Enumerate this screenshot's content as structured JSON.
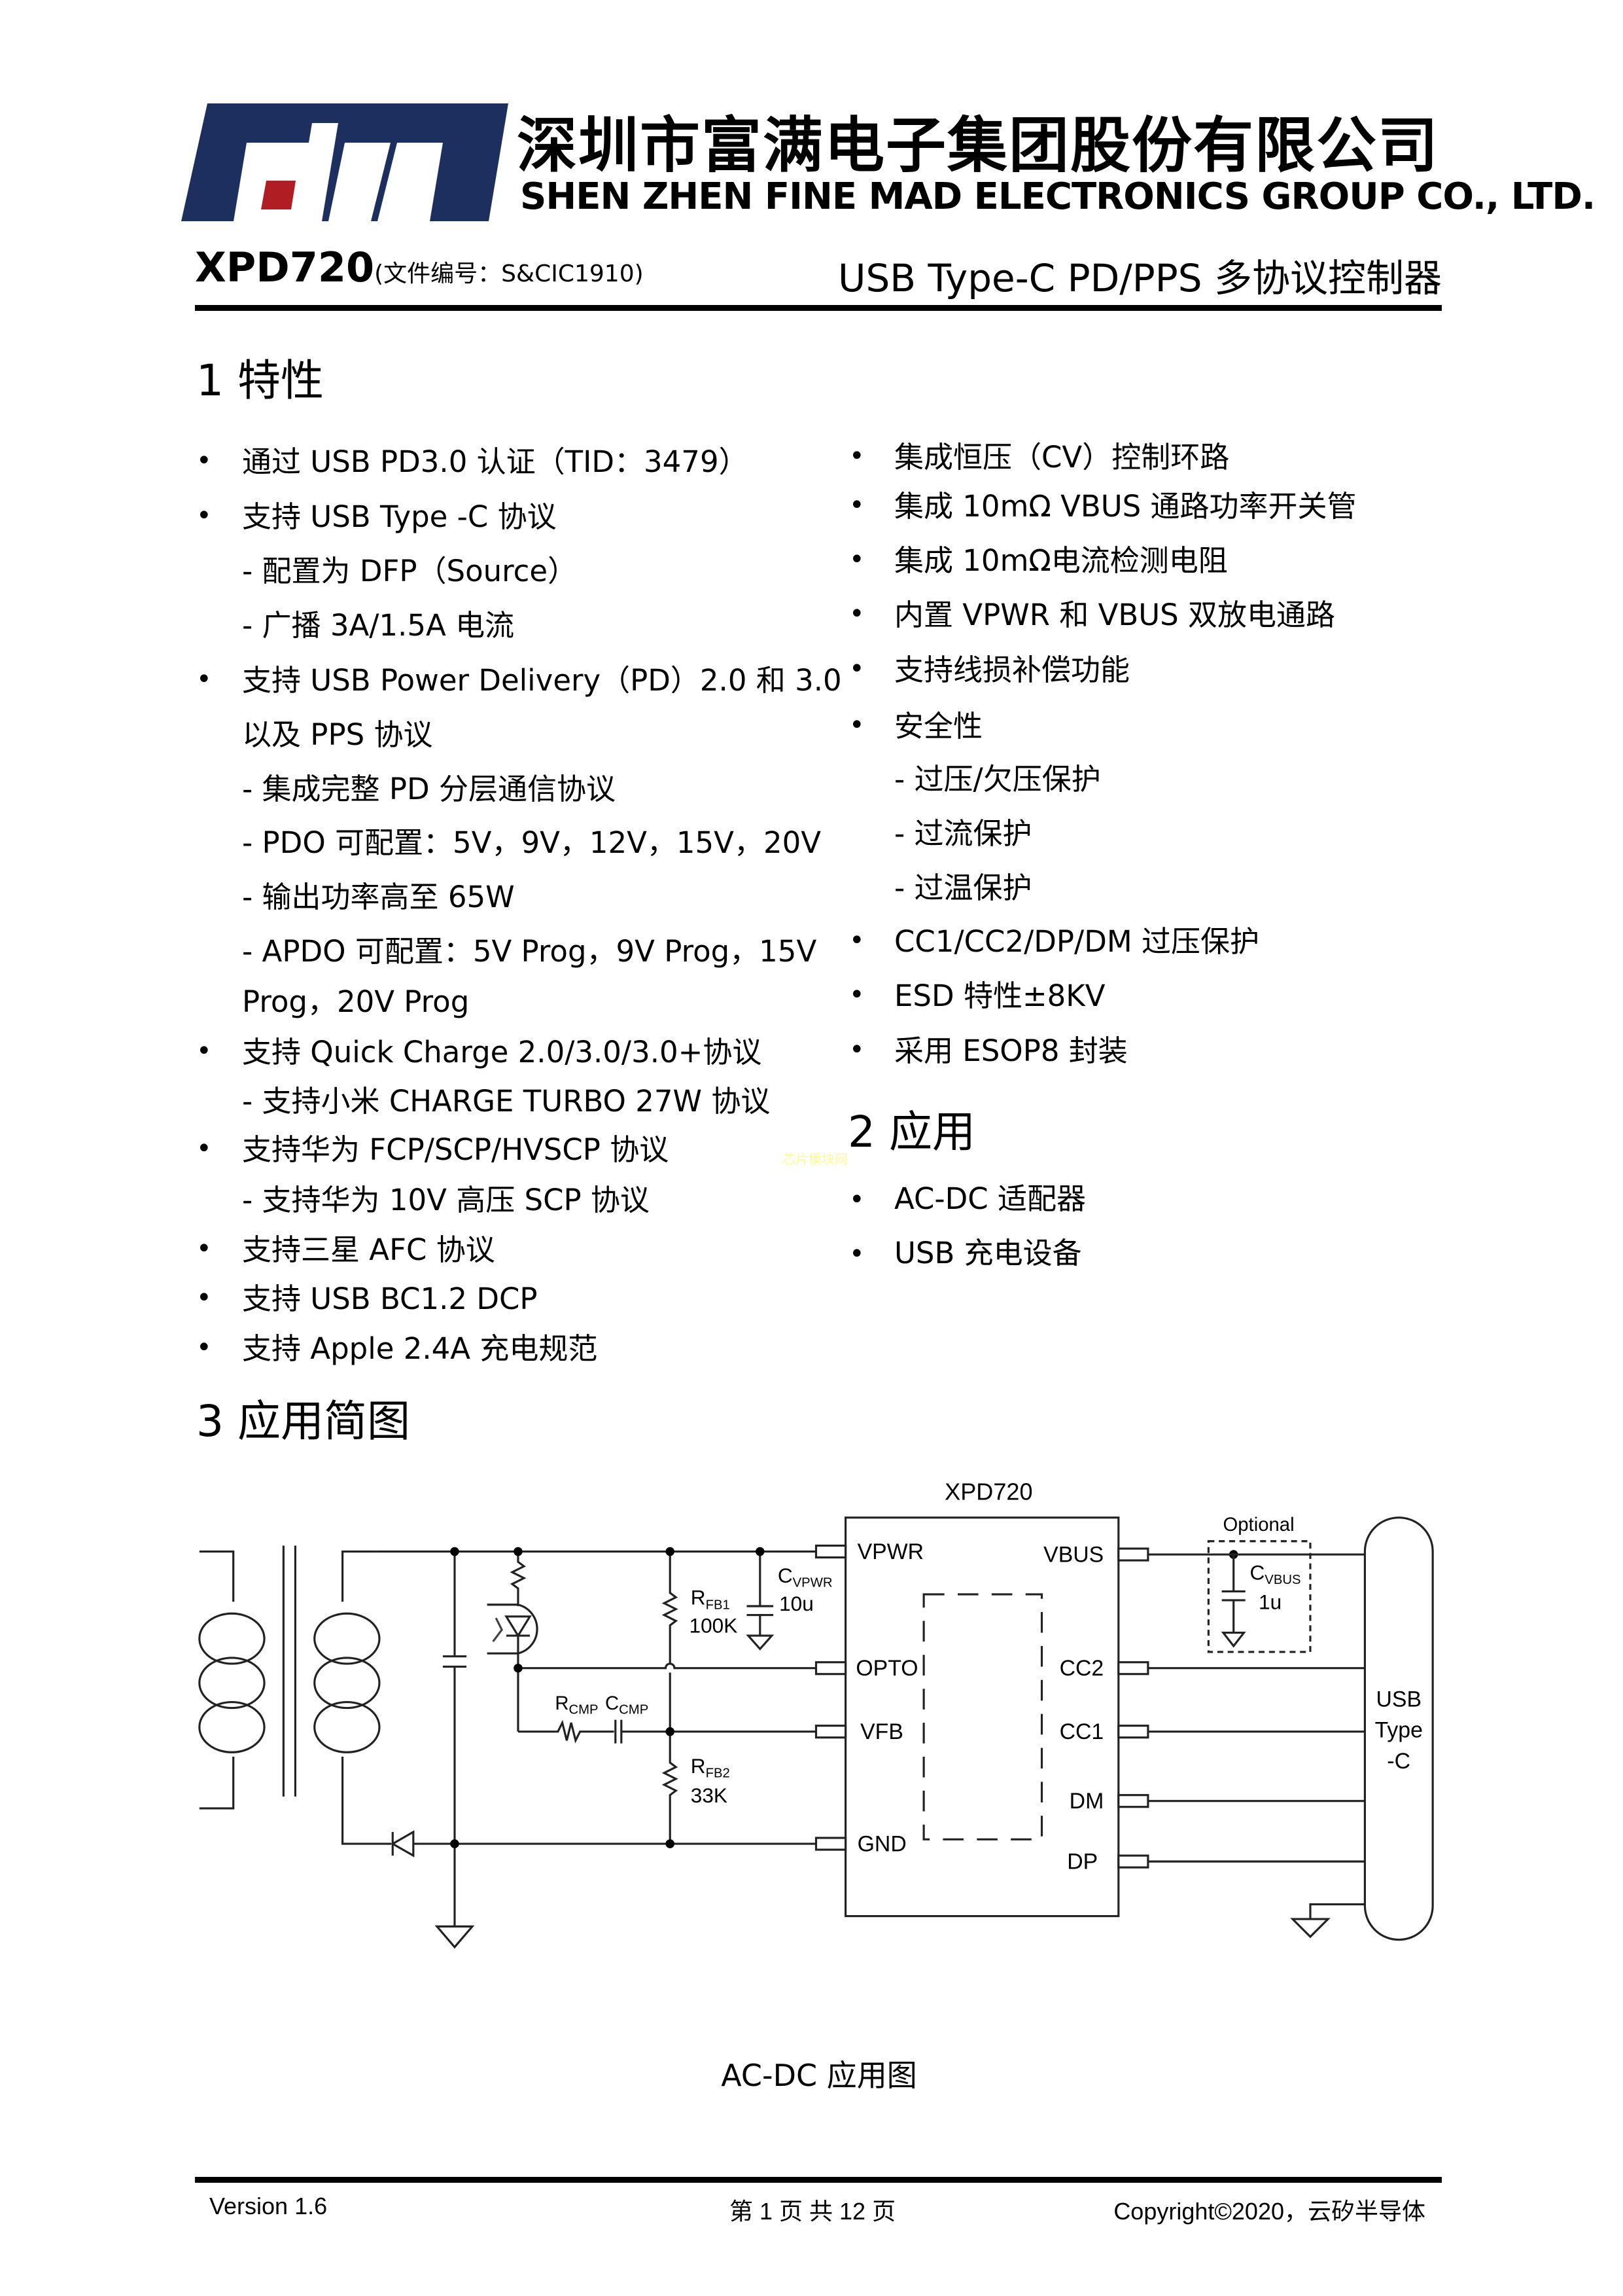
{
  "header": {
    "company_cn": "深圳市富满电子集团股份有限公司",
    "company_en": "SHEN ZHEN FINE MAD ELECTRONICS GROUP CO., LTD.",
    "logo_text": "FM",
    "model": "XPD720",
    "doc_number": "(文件编号：S&CIC1910)",
    "subtitle": "USB Type-C PD/PPS 多协议控制器",
    "colors": {
      "logo_blue": "#1d2f5e",
      "logo_red": "#b01e24"
    }
  },
  "section1": {
    "title": "1  特性",
    "left": [
      {
        "bullet": true,
        "text": "通过 USB PD3.0 认证（TID：3479）"
      },
      {
        "bullet": true,
        "text": "支持 USB Type -C  协议"
      },
      {
        "bullet": false,
        "text": "-  配置为 DFP（Source）"
      },
      {
        "bullet": false,
        "text": "-  广播 3A/1.5A 电流"
      },
      {
        "bullet": true,
        "text": "支持 USB Power Delivery（PD）2.0 和 3.0"
      },
      {
        "bullet": false,
        "text": "以及 PPS 协议"
      },
      {
        "bullet": false,
        "text": "-  集成完整 PD 分层通信协议"
      },
      {
        "bullet": false,
        "text": "- PDO 可配置：5V，9V，12V，15V，20V"
      },
      {
        "bullet": false,
        "text": "-  输出功率高至 65W"
      },
      {
        "bullet": false,
        "text": "- APDO 可配置：5V Prog，9V Prog，15V"
      },
      {
        "bullet": false,
        "text": "Prog，20V Prog"
      },
      {
        "bullet": true,
        "text": "支持 Quick Charge 2.0/3.0/3.0+协议"
      },
      {
        "bullet": false,
        "text": "-  支持小米 CHARGE TURBO 27W 协议"
      },
      {
        "bullet": true,
        "text": "支持华为 FCP/SCP/HVSCP 协议"
      },
      {
        "bullet": false,
        "text": "-  支持华为 10V 高压 SCP 协议"
      },
      {
        "bullet": true,
        "text": "支持三星 AFC 协议"
      },
      {
        "bullet": true,
        "text": "支持 USB BC1.2 DCP"
      },
      {
        "bullet": true,
        "text": "支持 Apple 2.4A 充电规范"
      }
    ],
    "right": [
      {
        "bullet": true,
        "text": "集成恒压（CV）控制环路"
      },
      {
        "bullet": true,
        "text": "集成 10mΩ  VBUS 通路功率开关管"
      },
      {
        "bullet": true,
        "text": "集成 10mΩ电流检测电阻"
      },
      {
        "bullet": true,
        "text": "内置 VPWR 和 VBUS  双放电通路"
      },
      {
        "bullet": true,
        "text": "支持线损补偿功能"
      },
      {
        "bullet": true,
        "text": "安全性"
      },
      {
        "bullet": false,
        "text": "-  过压/欠压保护"
      },
      {
        "bullet": false,
        "text": "-  过流保护"
      },
      {
        "bullet": false,
        "text": "-  过温保护"
      },
      {
        "bullet": true,
        "text": "CC1/CC2/DP/DM 过压保护"
      },
      {
        "bullet": true,
        "text": "ESD 特性±8KV"
      },
      {
        "bullet": true,
        "text": "采用 ESOP8 封装"
      }
    ]
  },
  "section2": {
    "title": "2  应用",
    "items": [
      "AC-DC 适配器",
      "USB 充电设备"
    ]
  },
  "watermark": "芯片模块网",
  "section3": {
    "title": "3  应用简图",
    "diagram": {
      "chip": "XPD720",
      "left_pins": [
        "VPWR",
        "OPTO",
        "VFB",
        "GND"
      ],
      "right_pins": [
        "VBUS",
        "CC2",
        "CC1",
        "DM",
        "DP"
      ],
      "optional": "Optional",
      "cvbus": {
        "main": "C",
        "sub": "VBUS",
        "value": "1u"
      },
      "cvpwr": {
        "main": "C",
        "sub": "VPWR",
        "value": "10u"
      },
      "rfb1": {
        "main": "R",
        "sub": "FB1",
        "value": "100K"
      },
      "rfb2": {
        "main": "R",
        "sub": "FB2",
        "value": "33K"
      },
      "rcmp": {
        "main": "R",
        "sub": "CMP"
      },
      "ccmp": {
        "main": "C",
        "sub": "CMP"
      },
      "connector": [
        "USB",
        "Type",
        "-C"
      ]
    },
    "caption": "AC-DC 应用图"
  },
  "footer": {
    "version": "Version 1.6",
    "page": "第 1 页  共 12 页",
    "copyright": "Copyright©2020，云矽半导体"
  }
}
